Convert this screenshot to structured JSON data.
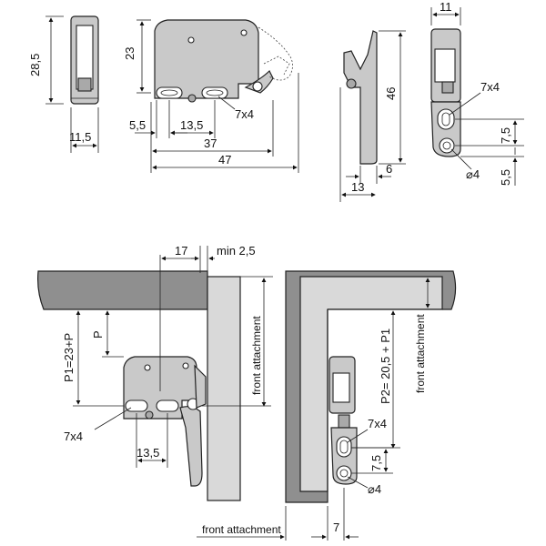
{
  "dims": {
    "d28_5": "28,5",
    "d11_5": "11,5",
    "d23": "23",
    "d7x4_a": "7x4",
    "d5_5_a": "5,5",
    "d13_5_a": "13,5",
    "d37": "37",
    "d47": "47",
    "d46": "46",
    "d6": "6",
    "d13": "13",
    "d11": "11",
    "d7x4_b": "7x4",
    "d7_5_a": "7,5",
    "d5_5_b": "5,5",
    "d_dia4_a": "⌀4",
    "d17": "17",
    "dmin2_5": "min 2,5",
    "dP1": "P1=23+P",
    "dP": "P",
    "d7x4_c": "7x4",
    "d13_5_b": "13,5",
    "dfront_a": "front attachment",
    "dfront_b": "front attachment",
    "dfront_c": "front attachment",
    "dP2": "P2= 20,5 + P1",
    "d7x4_d": "7x4",
    "d7_5_b": "7,5",
    "d_dia4_b": "⌀4",
    "d7": "7"
  }
}
